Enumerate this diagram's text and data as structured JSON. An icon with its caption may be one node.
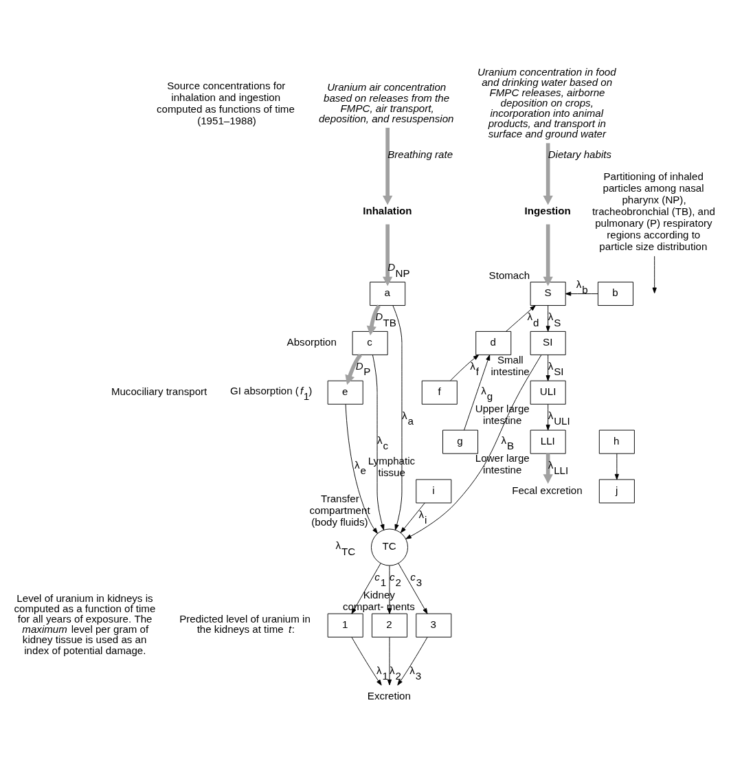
{
  "diagram": {
    "nodes": [
      {
        "text": [
          "Uranium air concentration based on releases from the FMPC, air transport, deposition, and resuspension"
        ]
      },
      {
        "text": [
          "Uranium concentration in food and drinking water based on FMPC releases, airborne deposition on crops, incorporation into animal products, and transport in surface and ground water"
        ]
      },
      {
        "text": [
          "Inhalation"
        ]
      },
      {
        "text": [
          "Ingestion"
        ]
      },
      {
        "text": [
          "a"
        ]
      },
      {
        "text": [
          "b"
        ]
      },
      {
        "text": [
          "c"
        ]
      },
      {
        "text": [
          "d"
        ]
      },
      {
        "text": [
          "e"
        ]
      },
      {
        "text": [
          "f"
        ]
      },
      {
        "text": [
          "h"
        ]
      },
      {
        "text": [
          "g"
        ]
      },
      {
        "text": [
          "j"
        ]
      },
      {
        "text": [
          "i"
        ],
        "beside": [
          "Lymphatic tissue"
        ]
      },
      {
        "text": [
          "TC"
        ],
        "beside": [
          "Transfer compartment (body fluids)"
        ]
      },
      {
        "text": [
          "S"
        ],
        "beside": [
          "Stomach"
        ]
      },
      {
        "text": [
          "SI"
        ],
        "beside": [
          "Small intestine"
        ]
      },
      {
        "text": [
          "ULI"
        ],
        "beside": [
          "Upper large intestine"
        ]
      },
      {
        "text": [
          "LLI"
        ],
        "beside": [
          "Lower large intestine"
        ]
      },
      {
        "text": [
          "Fecal excretion"
        ]
      },
      {
        "text": [
          "1"
        ]
      },
      {
        "text": [
          "2"
        ]
      },
      {
        "text": [
          "3"
        ],
        "beside": [
          "Kidney compart- ments"
        ]
      },
      {
        "text": [
          "Excretion"
        ]
      },
      {
        "text": [
          "Partitioning of inhaled particles among nasal pharynx (NP), tracheobronchial (TB), and pulmonary (P) respiratory regions according to particle size distribution"
        ]
      }
    ],
    "edges": [
      {
        "from": 0,
        "to": 2,
        "arrow": "to",
        "label": "Breathing rate",
        "style": "thick",
        "color": "#a0a0a0"
      },
      {
        "from": 1,
        "to": 3,
        "arrow": "to",
        "label": "Dietary habits",
        "style": "thick",
        "color": "#a0a0a0"
      },
      {
        "from": 2,
        "to": 4,
        "arrow": "to",
        "label": "*D*$_{NP}$",
        "style": "thick",
        "color": "#a0a0a0"
      },
      {
        "from": 4,
        "to": 6,
        "arrow": "to",
        "label": "*D*$_{TB}$",
        "style": "thick",
        "color": "#a0a0a0"
      },
      {
        "from": 6,
        "to": 8,
        "arrow": "to",
        "label": "*D*$_{P}$",
        "style": "thick",
        "color": "#a0a0a0"
      },
      {
        "from": 3,
        "to": 15,
        "arrow": "to",
        "style": "thick",
        "color": "#a0a0a0"
      },
      {
        "from": 18,
        "to": 19,
        "arrow": "to",
        "label": "λ$_{LLI}$",
        "style": "thick",
        "color": "#a0a0a0"
      },
      {
        "from": 24,
        "to": null,
        "arrow": "to"
      },
      {
        "from": 4,
        "to": 14,
        "arrow": "to",
        "label": "λ$_{a}$"
      },
      {
        "from": 6,
        "to": 14,
        "arrow": "to",
        "label": "λ$_{c}$"
      },
      {
        "from": 8,
        "to": 14,
        "arrow": "to",
        "label": "λ$_{e}$"
      },
      {
        "from": 5,
        "to": 15,
        "arrow": "to",
        "label": "λ$_{b}$"
      },
      {
        "from": 7,
        "to": 15,
        "arrow": "to",
        "label": "λ$_{d}$"
      },
      {
        "from": 9,
        "to": 7,
        "arrow": "to",
        "label": "λ$_{f}$"
      },
      {
        "from": 11,
        "to": 7,
        "arrow": "to",
        "label": "λ$_{g}$"
      },
      {
        "from": 10,
        "to": 12,
        "arrow": "to"
      },
      {
        "from": 13,
        "to": 14,
        "arrow": "to",
        "label": "λ$_{i}$"
      },
      {
        "from": 15,
        "to": 16,
        "arrow": "to",
        "label": "λ$_{S}$"
      },
      {
        "from": 16,
        "to": 17,
        "arrow": "to",
        "label": "λ$_{SI}$"
      },
      {
        "from": 17,
        "to": 18,
        "arrow": "to",
        "label": "λ$_{ULI}$"
      },
      {
        "from": 16,
        "to": 14,
        "arrow": "to",
        "label": "λ$_{B}$"
      },
      {
        "from": 14,
        "to": 20,
        "arrow": "to",
        "label": "*c*$_{1}$"
      },
      {
        "from": 14,
        "to": 21,
        "arrow": "to",
        "label": "*c*$_{2}$"
      },
      {
        "from": 14,
        "to": 22,
        "arrow": "to",
        "label": "*c*$_{3}$"
      },
      {
        "from": 20,
        "to": 23,
        "arrow": "to",
        "label": "λ$_{1}$"
      },
      {
        "from": 21,
        "to": 23,
        "arrow": "to",
        "label": "λ$_{2}$"
      },
      {
        "from": 22,
        "to": 23,
        "arrow": "to",
        "label": "λ$_{3}$"
      }
    ],
    "labels": [
      "Source concentrations for inhalation and ingestion computed as functions of time (1951–1988)",
      "Absorption",
      "Mucociliary transport",
      "GI absorption (*f*$_{1}$)",
      "λ$_{TC}$",
      "Level of uranium in kidneys is computed as a function of time for all years of exposure. The *maximum* level per gram of kidney tissue is used as an index of potential damage.",
      "Predicted level of uranium in the kidneys at time *t*:"
    ]
  }
}
